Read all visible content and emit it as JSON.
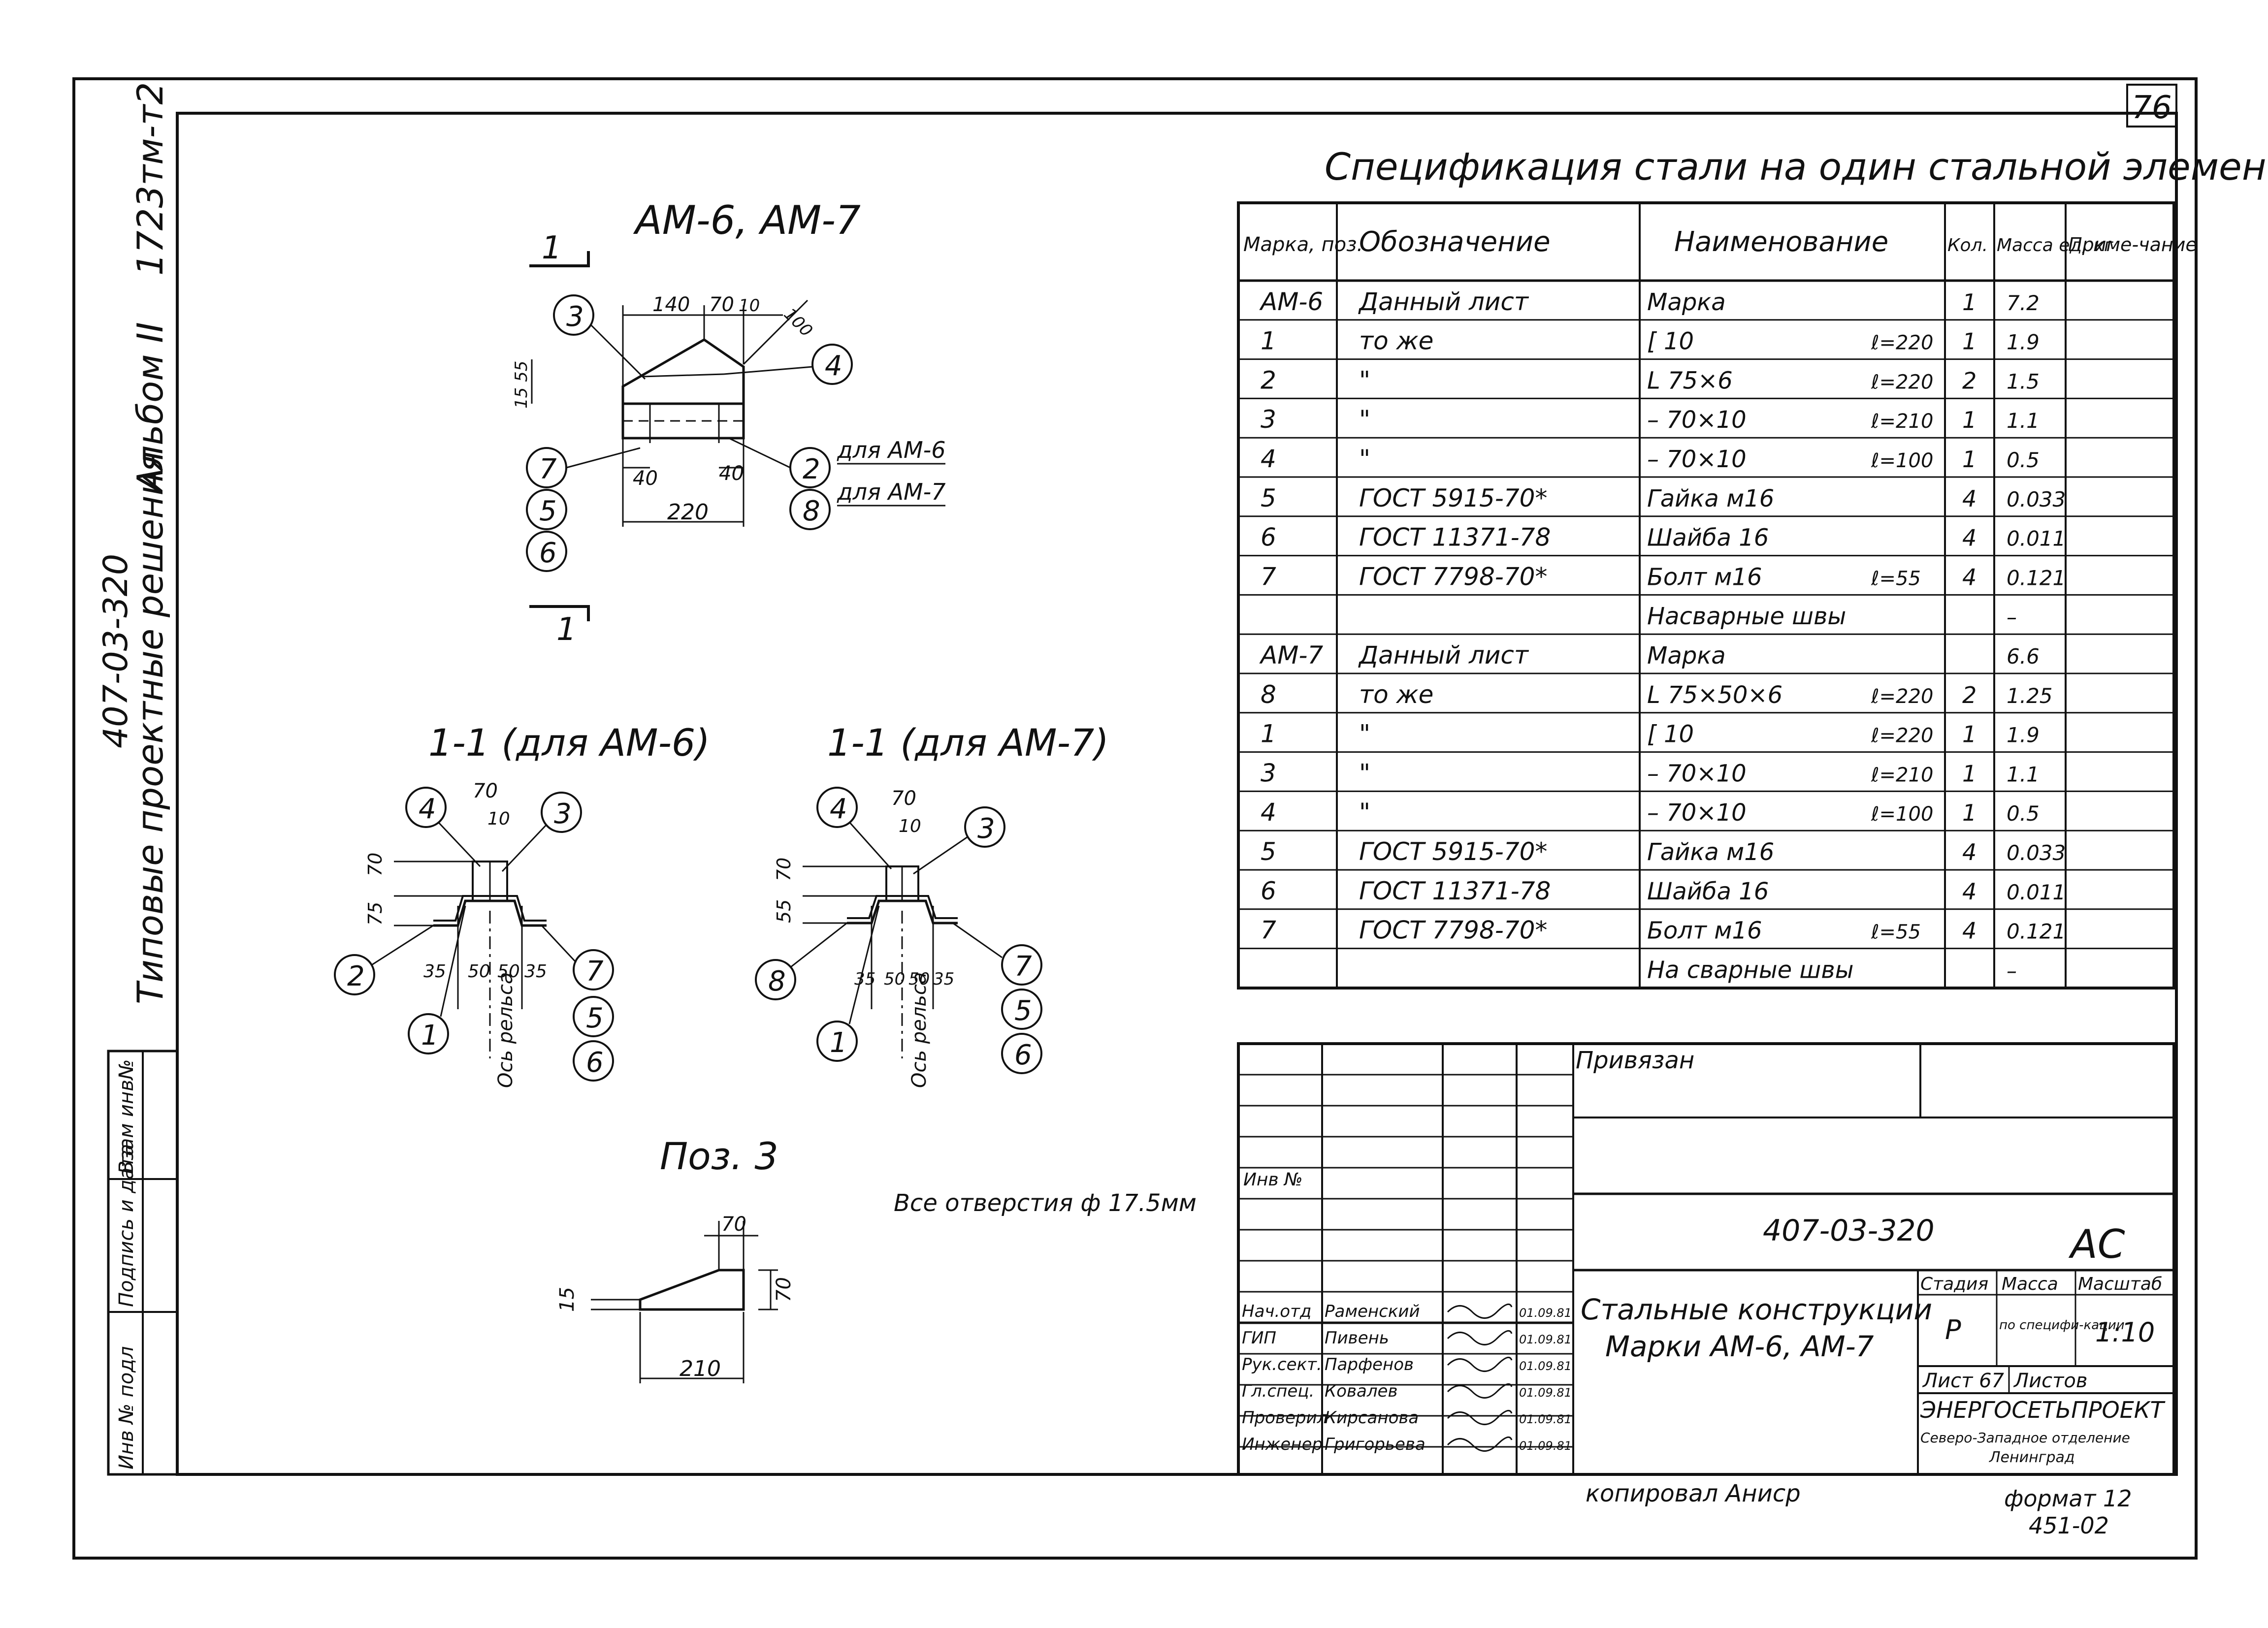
{
  "sheet_number": "76",
  "side": {
    "code": "1723тм-т2",
    "album": "Альбом II",
    "project": "407-03-320",
    "series": "Типовые проектные решения"
  },
  "stamp_left": [
    "Взам инв№",
    "Подпись и дата",
    "Инв № подл"
  ],
  "views": {
    "main_title": "АМ-6, АМ-7",
    "section_mark": "1",
    "dims_top": [
      "140",
      "70",
      "10",
      "100"
    ],
    "dim_left": "15 55",
    "dims_bottom": [
      "40",
      "40",
      "220"
    ],
    "callouts": [
      "3",
      "4",
      "7",
      "2",
      "5",
      "6",
      "8"
    ],
    "callout_notes": [
      "для АМ-6",
      "для АМ-7"
    ],
    "sec6_title": "1-1 (для АМ-6)",
    "sec7_title": "1-1 (для АМ-7)",
    "sec6_dims": [
      "70",
      "10",
      "75",
      "70",
      "35",
      "50",
      "50",
      "35"
    ],
    "sec7_dims": [
      "70",
      "10",
      "55",
      "70",
      "35",
      "50",
      "50",
      "35"
    ],
    "axis_label": "Ось рельса",
    "poz_title": "Поз. 3",
    "poz_dims": [
      "70",
      "15",
      "70",
      "210"
    ],
    "holes_note": "Все отверстия ф 17.5мм"
  },
  "spec": {
    "title": "Спецификация стали на один стальной элемент",
    "headers": [
      "Марка, поз.",
      "Обозначение",
      "Наименование",
      "Кол.",
      "Масса ед, кг",
      "Приме-чание"
    ],
    "rows": [
      [
        "АМ-6",
        "Данный лист",
        "Марка",
        "",
        "1",
        "7.2",
        ""
      ],
      [
        "1",
        "то же",
        "[ 10",
        "ℓ=220",
        "1",
        "1.9",
        ""
      ],
      [
        "2",
        "\"",
        "L 75×6",
        "ℓ=220",
        "2",
        "1.5",
        ""
      ],
      [
        "3",
        "\"",
        "– 70×10",
        "ℓ=210",
        "1",
        "1.1",
        ""
      ],
      [
        "4",
        "\"",
        "– 70×10",
        "ℓ=100",
        "1",
        "0.5",
        ""
      ],
      [
        "5",
        "ГОСТ 5915-70*",
        "Гайка м16",
        "",
        "4",
        "0.033",
        ""
      ],
      [
        "6",
        "ГОСТ 11371-78",
        "Шайба 16",
        "",
        "4",
        "0.011",
        ""
      ],
      [
        "7",
        "ГОСТ 7798-70*",
        "Болт м16",
        "ℓ=55",
        "4",
        "0.121",
        ""
      ],
      [
        "",
        "",
        "Насварные швы",
        "",
        "",
        "–",
        ""
      ],
      [
        "АМ-7",
        "Данный лист",
        "Марка",
        "",
        "",
        "6.6",
        ""
      ],
      [
        "8",
        "то же",
        "L 75×50×6",
        "ℓ=220",
        "2",
        "1.25",
        ""
      ],
      [
        "1",
        "\"",
        "[ 10",
        "ℓ=220",
        "1",
        "1.9",
        ""
      ],
      [
        "3",
        "\"",
        "– 70×10",
        "ℓ=210",
        "1",
        "1.1",
        ""
      ],
      [
        "4",
        "\"",
        "– 70×10",
        "ℓ=100",
        "1",
        "0.5",
        ""
      ],
      [
        "5",
        "ГОСТ 5915-70*",
        "Гайка м16",
        "",
        "4",
        "0.033",
        ""
      ],
      [
        "6",
        "ГОСТ 11371-78",
        "Шайба 16",
        "",
        "4",
        "0.011",
        ""
      ],
      [
        "7",
        "ГОСТ 7798-70*",
        "Болт м16",
        "ℓ=55",
        "4",
        "0.121",
        ""
      ],
      [
        "",
        "",
        "На сварные швы",
        "",
        "",
        "–",
        ""
      ]
    ]
  },
  "titleblock": {
    "privyazan": "Привязан",
    "inv": "Инв №",
    "doc_code": "407-03-320",
    "mark": "АС",
    "title_line1": "Стальные конструкции",
    "title_line2": "Марки АМ-6, АМ-7",
    "stage_head": "Стадия",
    "mass_head": "Масса",
    "scale_head": "Масштаб",
    "stage": "Р",
    "mass": "по специфи-кации",
    "scale": "1:10",
    "sheet": "Лист 67",
    "sheets": "Листов",
    "org1": "ЭНЕРГОСЕТЬПРОЕКТ",
    "org2": "Северо-Западное отделение",
    "org3": "Ленинград",
    "staff": [
      {
        "role": "Нач.отд",
        "name": "Раменский",
        "date": "01.09.81"
      },
      {
        "role": "ГИП",
        "name": "Пивень",
        "date": "01.09.81"
      },
      {
        "role": "Рук.сект.",
        "name": "Парфенов",
        "date": "01.09.81"
      },
      {
        "role": "Гл.спец.",
        "name": "Ковалев",
        "date": "01.09.81"
      },
      {
        "role": "Проверил",
        "name": "Кирсанова",
        "date": "01.09.81"
      },
      {
        "role": "Инженер",
        "name": "Григорьева",
        "date": "01.09.81"
      }
    ]
  },
  "footer": {
    "copied": "копировал Аниср",
    "format": "формат 12",
    "code": "451-02"
  }
}
